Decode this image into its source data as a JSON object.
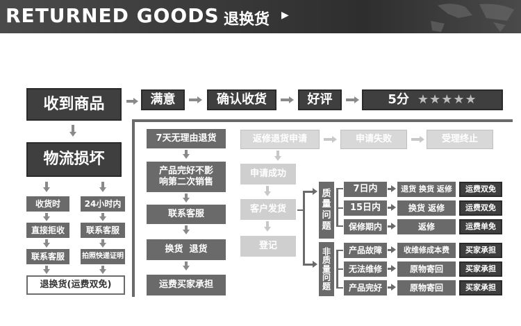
{
  "header": {
    "title_en": "RETURNED GOODS",
    "title_cn": "退换货",
    "arrow": "▶"
  },
  "flow": {
    "top_row": [
      "收到商品",
      "满意",
      "确认收货",
      "好评"
    ],
    "rating": {
      "score": "5分",
      "stars": "★★★★★"
    },
    "damaged": "物流损坏",
    "left_col_a": [
      "收货时",
      "直接拒收",
      "联系客服"
    ],
    "left_col_b": [
      "24小时内",
      "联系客服",
      "拍照快递证明"
    ],
    "left_result": "退换货(运费双免)",
    "col2": [
      "7天无理由退货",
      "产品完好不影\n响第二次销售",
      "联系客服",
      "换货  退货",
      "运费买家承担"
    ],
    "col3": {
      "request": "返修退货申请",
      "fail": "申请失败",
      "end": "受理终止",
      "success": "申请成功",
      "ship": "客户发货",
      "register": "登记"
    },
    "quality": {
      "label": "质\n量\n问\n题",
      "rows": [
        {
          "period": "7日内",
          "action": "退货 换货 返修",
          "fee": "运费双免"
        },
        {
          "period": "15日内",
          "action": "换货 返修",
          "fee": "运费双免"
        },
        {
          "period": "保修期内",
          "action": "返修",
          "fee": "运费单免"
        }
      ]
    },
    "nonquality": {
      "label": "非\n质\n量\n问\n题",
      "rows": [
        {
          "period": "产品故障",
          "action": "收维修成本费",
          "fee": "买家承担"
        },
        {
          "period": "无法维修",
          "action": "原物寄回",
          "fee": "买家承担"
        },
        {
          "period": "产品完好",
          "action": "原物寄回",
          "fee": "买家承担"
        }
      ]
    }
  }
}
